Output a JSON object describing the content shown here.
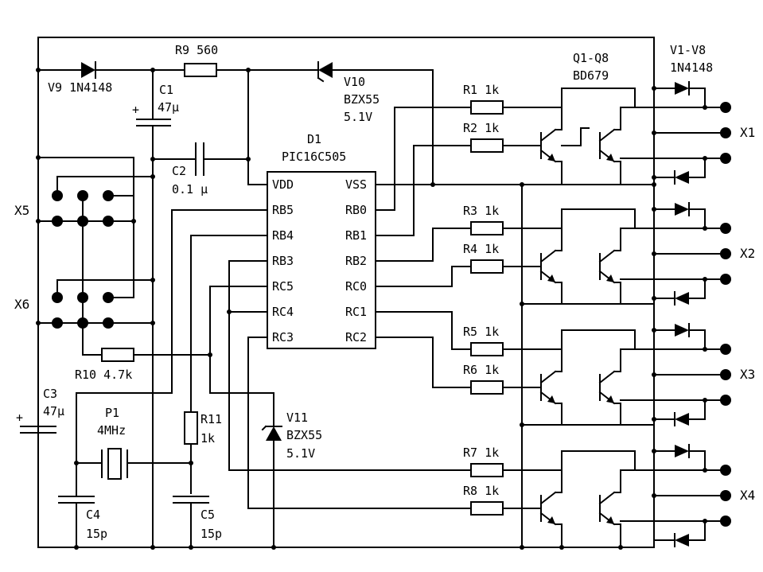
{
  "components": {
    "r9": {
      "ref": "R9",
      "value": "560"
    },
    "v9": {
      "ref": "V9",
      "value": "1N4148"
    },
    "c1": {
      "ref": "C1",
      "value": "47µ"
    },
    "v10": {
      "ref": "V10",
      "type": "BZX55",
      "value": "5.1V"
    },
    "c2": {
      "ref": "C2",
      "value": "0.1 µ"
    },
    "d1": {
      "ref": "D1",
      "type": "PIC16C505"
    },
    "r1": {
      "ref": "R1",
      "value": "1k"
    },
    "r2": {
      "ref": "R2",
      "value": "1k"
    },
    "r3": {
      "ref": "R3",
      "value": "1k"
    },
    "r4": {
      "ref": "R4",
      "value": "1k"
    },
    "r5": {
      "ref": "R5",
      "value": "1k"
    },
    "r6": {
      "ref": "R6",
      "value": "1k"
    },
    "r7": {
      "ref": "R7",
      "value": "1k"
    },
    "r8": {
      "ref": "R8",
      "value": "1k"
    },
    "q": {
      "ref": "Q1-Q8",
      "type": "BD679"
    },
    "v18": {
      "ref": "V1-V8",
      "type": "1N4148"
    },
    "r10": {
      "ref": "R10",
      "value": "4.7k"
    },
    "r11": {
      "ref": "R11",
      "value": "1k"
    },
    "c3": {
      "ref": "C3",
      "value": "47µ"
    },
    "p1": {
      "ref": "P1",
      "value": "4MHz"
    },
    "v11": {
      "ref": "V11",
      "type": "BZX55",
      "value": "5.1V"
    },
    "c4": {
      "ref": "C4",
      "value": "15p"
    },
    "c5": {
      "ref": "C5",
      "value": "15p"
    }
  },
  "connectors": {
    "x1": "X1",
    "x2": "X2",
    "x3": "X3",
    "x4": "X4",
    "x5": "X5",
    "x6": "X6"
  },
  "pins_left": [
    "VDD",
    "RB5",
    "RB4",
    "RB3",
    "RC5",
    "RC4",
    "RC3"
  ],
  "pins_right": [
    "VSS",
    "RB0",
    "RB1",
    "RB2",
    "RC0",
    "RC1",
    "RC2"
  ],
  "polarity": {
    "plus": "+"
  }
}
